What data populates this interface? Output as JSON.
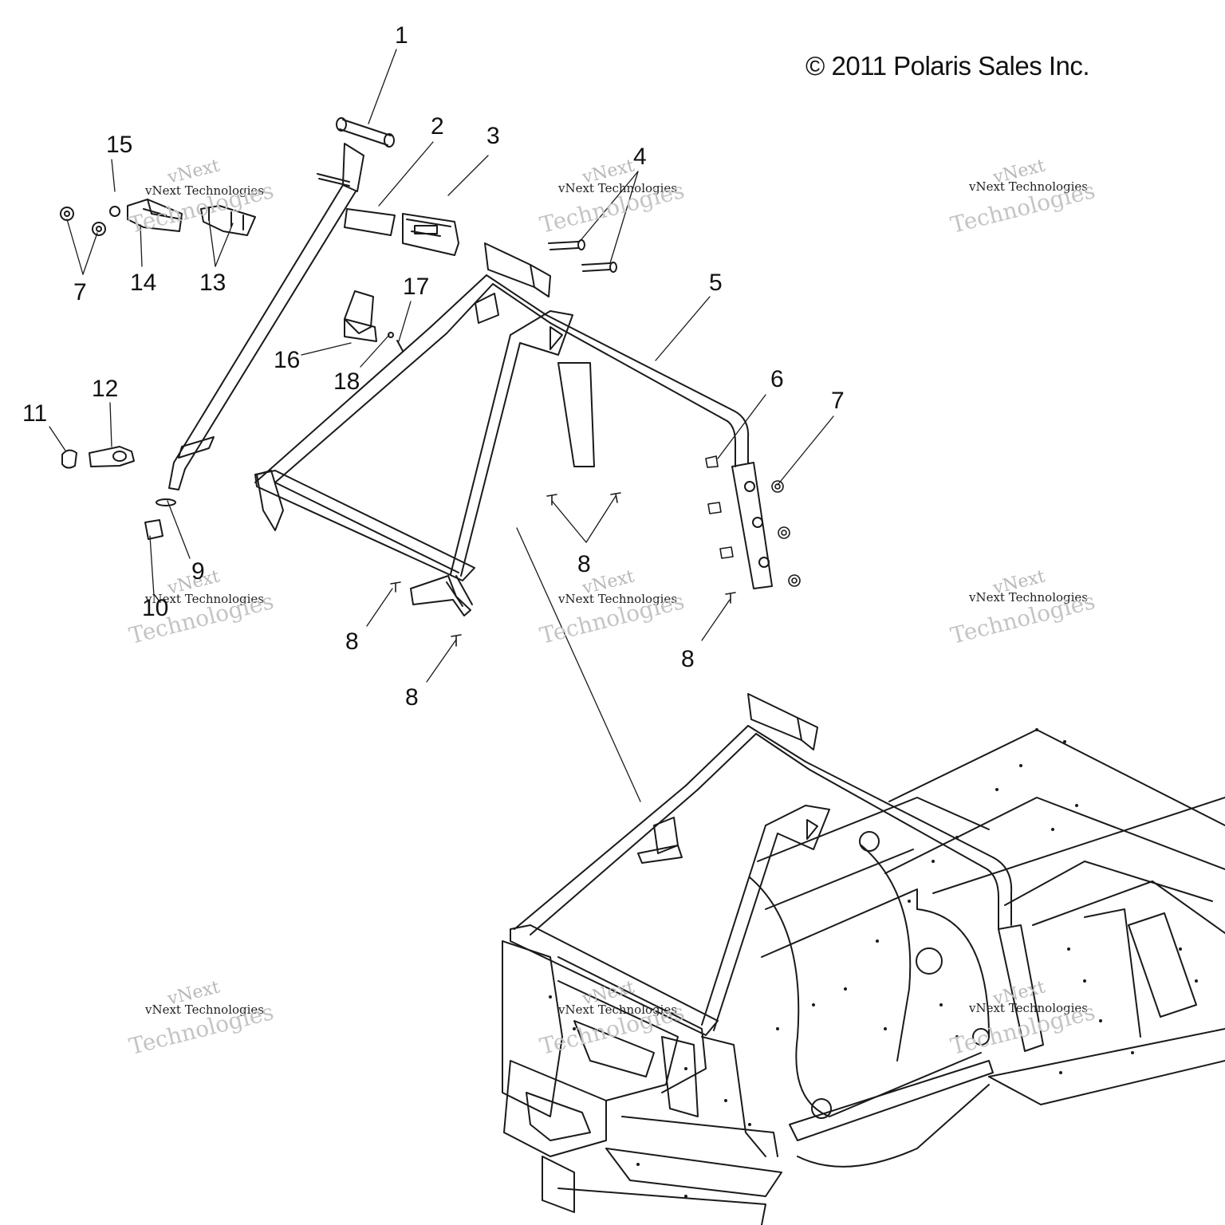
{
  "copyright": "© 2011 Polaris Sales Inc.",
  "watermark": {
    "line1": "vNext",
    "line2": "vNext Technologies",
    "line3": "Technologies"
  },
  "callouts": {
    "c1": "1",
    "c2": "2",
    "c3": "3",
    "c4": "4",
    "c5": "5",
    "c6": "6",
    "c7a": "7",
    "c7b": "7",
    "c8a": "8",
    "c8b": "8",
    "c8c": "8",
    "c8d": "8",
    "c9": "9",
    "c10": "10",
    "c11": "11",
    "c12": "12",
    "c13": "13",
    "c14": "14",
    "c15": "15",
    "c16": "16",
    "c17": "17",
    "c18": "18"
  },
  "colors": {
    "line": "#1a1a1a",
    "watermark": "#b8b8b8"
  }
}
